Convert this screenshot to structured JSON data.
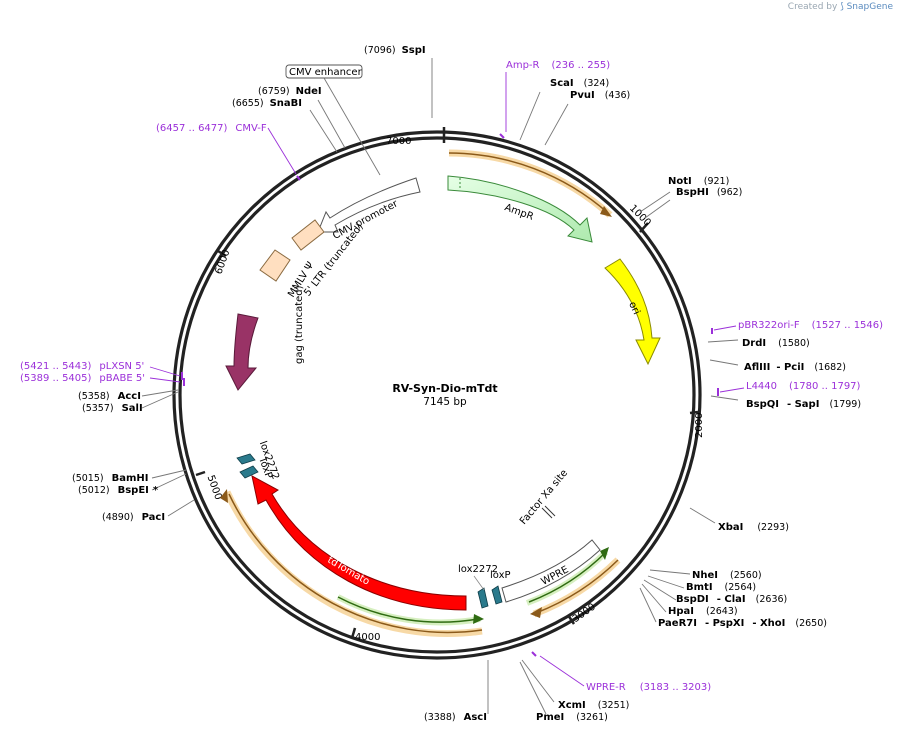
{
  "credit": {
    "prefix": "Created by",
    "brand": "SnapGene"
  },
  "center": {
    "name": "RV-Syn-Dio-mTdt",
    "length": "7145 bp"
  },
  "ticks": [
    "1000",
    "2000",
    "3000",
    "4000",
    "5000",
    "6000",
    "7000"
  ],
  "features": {
    "ampr": "AmpR",
    "ori": "ori",
    "cmv_enhancer": "CMV enhancer",
    "cmv_promoter": "CMV promoter",
    "mmlv": "MMLV Ψ",
    "ltr": "5' LTR (truncated)",
    "gag": "gag (truncated)",
    "tdtomato": "tdTomato",
    "wpre": "WPRE",
    "factor_xa": "Factor Xa site",
    "lox2272_top": "lox2272",
    "loxp_top": "loxP",
    "lox2272_bottom": "lox2272",
    "loxp_bottom": "loxP"
  },
  "sites": {
    "sspi": {
      "name": "SspI",
      "pos": "(7096)"
    },
    "ndei": {
      "name": "NdeI",
      "pos": "(6759)"
    },
    "snabi": {
      "name": "SnaBI",
      "pos": "(6655)"
    },
    "scai": {
      "name": "ScaI",
      "pos": "(324)"
    },
    "pvui": {
      "name": "PvuI",
      "pos": "(436)"
    },
    "noti": {
      "name": "NotI",
      "pos": "(921)"
    },
    "bsphi": {
      "name": "BspHI",
      "pos": "(962)"
    },
    "drdi": {
      "name": "DrdI",
      "pos": "(1580)"
    },
    "afliii": {
      "name": "AflIII",
      "sep": "- ",
      "name2": "PciI",
      "pos": "(1682)"
    },
    "bspqi": {
      "name": "BspQI",
      "sep": "- ",
      "name2": "SapI",
      "pos": "(1799)"
    },
    "xbai": {
      "name": "XbaI",
      "pos": "(2293)"
    },
    "nhei": {
      "name": "NheI",
      "pos": "(2560)"
    },
    "bmti": {
      "name": "BmtI",
      "pos": "(2564)"
    },
    "bspdi": {
      "name": "BspDI",
      "sep": "- ",
      "name2": "ClaI",
      "pos": "(2636)"
    },
    "hpai": {
      "name": "HpaI",
      "pos": "(2643)"
    },
    "paer7i": {
      "name": "PaeR7I",
      "sep": "- ",
      "name2": "PspXI",
      "sep2": "- ",
      "name3": "XhoI",
      "pos": "(2650)"
    },
    "xcmi": {
      "name": "XcmI",
      "pos": "(3251)"
    },
    "pmei": {
      "name": "PmeI",
      "pos": "(3261)"
    },
    "asci": {
      "name": "AscI",
      "pos": "(3388)"
    },
    "paci": {
      "name": "PacI",
      "pos": "(4890)"
    },
    "bamhi": {
      "name": "BamHI",
      "pos": "(5015)"
    },
    "bspei": {
      "name": "BspEI",
      "star": "*",
      "pos": "(5012)"
    },
    "acci": {
      "name": "AccI",
      "pos": "(5358)"
    },
    "sali": {
      "name": "SalI",
      "pos": "(5357)"
    }
  },
  "primers": {
    "ampr": {
      "name": "Amp-R",
      "range": "(236 .. 255)"
    },
    "cmvf": {
      "name": "CMV-F",
      "range": "(6457 .. 6477)"
    },
    "pbr322": {
      "name": "pBR322ori-F",
      "range": "(1527 .. 1546)"
    },
    "l4440": {
      "name": "L4440",
      "range": "(1780 .. 1797)"
    },
    "wprer": {
      "name": "WPRE-R",
      "range": "(3183 .. 3203)"
    },
    "plxsn": {
      "name": "pLXSN 5'",
      "range": "(5421 .. 5443)"
    },
    "pbabe": {
      "name": "pBABE 5'",
      "range": "(5389 .. 5405)"
    }
  },
  "colors": {
    "backbone": "#222222",
    "ampr": "#ccf5cc",
    "ori": "#ffff00",
    "cmv_promoter": "#ffffff",
    "ltr": "#ffdfc0",
    "gag": "#993366",
    "tdtomato": "#ff0000",
    "lox": "#2a7a8c",
    "orf_orange": "#e8a23c",
    "orf_green": "#7fbf3f",
    "primer": "#9b30d9"
  }
}
